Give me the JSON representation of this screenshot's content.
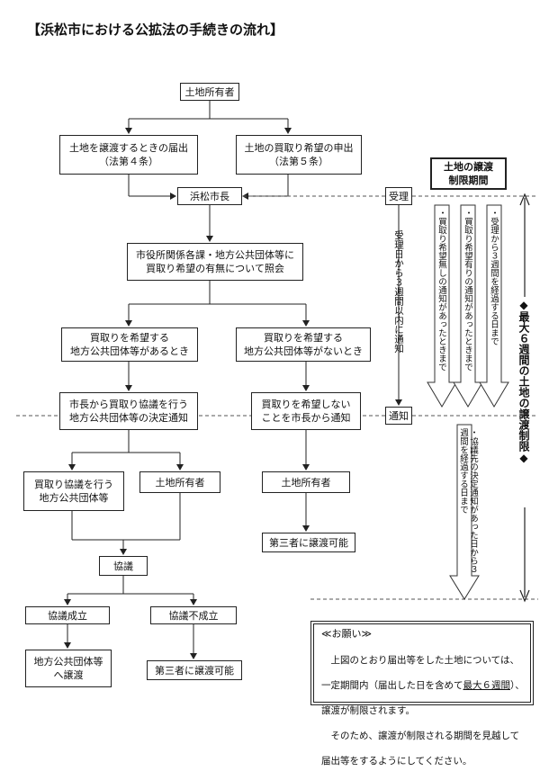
{
  "title": "【浜松市における公拡法の手続きの流れ】",
  "nodes": {
    "owner_top": "土地所有者",
    "transfer_notice": "土地を譲渡するときの届出\n（法第４条）",
    "purchase_request": "土地の買取り希望の申出\n（法第５条）",
    "mayor": "浜松市長",
    "inquiry": "市役所関係各課・地方公共団体等に\n買取り希望の有無について照会",
    "wish_yes": "買取りを希望する\n地方公共団体等があるとき",
    "wish_no": "買取りを希望する\n地方公共団体等がないとき",
    "decision_notice": "市長から買取り協議を行う\n地方公共団体等の決定通知",
    "no_wish_notice": "買取りを希望しない\nことを市長から通知",
    "negotiating_body": "買取り協議を行う\n地方公共団体等",
    "owner_mid": "土地所有者",
    "owner_right": "土地所有者",
    "third_party_right": "第三者に譲渡可能",
    "negotiation": "協議",
    "agreement": "協議成立",
    "no_agreement": "協議不成立",
    "transfer_public": "地方公共団体等\nへ譲渡",
    "third_party_bottom": "第三者に譲渡可能"
  },
  "side": {
    "restriction_title": "土地の譲渡\n制限期間",
    "received": "受理",
    "notified": "通知",
    "within3weeks": "受理日から３週間以内に通知",
    "arrow1": "・買取り希望無しの通知があったときまで",
    "arrow2": "・買取り希望有りの通知があったときまで",
    "arrow3": "・受理から３週間を経過する日まで",
    "arrow4": "・協議先の決定通知があった日から３週間を経過する日まで",
    "max6": "◆最大６週間の土地の譲渡制限◆"
  },
  "note": {
    "heading": "≪お願い≫",
    "line1": "　上図のとおり届出等をした土地については、",
    "line2a": "一定期間内（届出した日を含めて",
    "line2b": "最大６週間",
    "line2c": "）、",
    "line3": "譲渡が制限されます。",
    "line4": "　そのため、譲渡が制限される期間を見越して",
    "line5": "届出等をするようにしてください。"
  }
}
